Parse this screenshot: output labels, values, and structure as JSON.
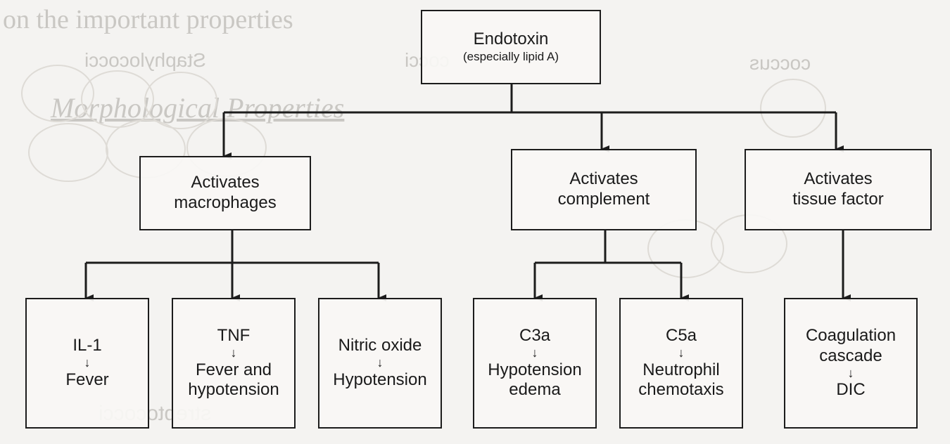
{
  "source": {
    "label_line1": "Endotoxin",
    "label_line2": "(especially lipid A)"
  },
  "activators": [
    {
      "line1": "Activates",
      "line2": "macrophages"
    },
    {
      "line1": "Activates",
      "line2": "complement"
    },
    {
      "line1": "Activates",
      "line2": "tissue factor"
    }
  ],
  "outcomes": [
    {
      "mediator": "IL-1",
      "arrow": "↓",
      "effect_line1": "Fever",
      "effect_line2": ""
    },
    {
      "mediator": "TNF",
      "arrow": "↓",
      "effect_line1": "Fever and",
      "effect_line2": "hypotension"
    },
    {
      "mediator": "Nitric oxide",
      "arrow": "↓",
      "effect_line1": "Hypotension",
      "effect_line2": ""
    },
    {
      "mediator": "C3a",
      "arrow": "↓",
      "effect_line1": "Hypotension",
      "effect_line2": "edema"
    },
    {
      "mediator": "C5a",
      "arrow": "↓",
      "effect_line1": "Neutrophil",
      "effect_line2": "chemotaxis"
    },
    {
      "mediator": "Coagulation",
      "mediator_line2": "cascade",
      "arrow": "↓",
      "effect_line1": "DIC",
      "effect_line2": ""
    }
  ],
  "show_through": {
    "line1": "on the important properties",
    "word_staph": "Staphylococci",
    "word_cocci": "cocci",
    "word_coccus": "coccus",
    "heading": "Morphological Properties",
    "bottom_word": "streptococci"
  }
}
